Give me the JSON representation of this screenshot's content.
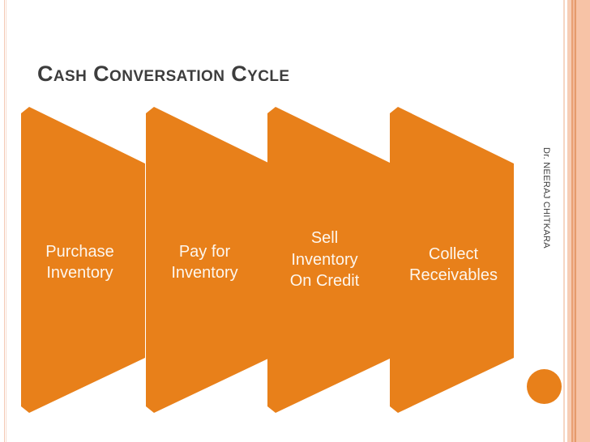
{
  "slide": {
    "title": "Cash Conversation Cycle",
    "background_color": "#ffffff",
    "accent_color": "#e8801a",
    "border_color": "#f7c3a6",
    "title_color": "#3d3d3d",
    "label_color": "#fdf6ee"
  },
  "diagram": {
    "type": "process-chevron-flow",
    "shape_count": 4,
    "steps": [
      {
        "index": 1,
        "label": "Purchase\nInventory",
        "lines": [
          "Purchase",
          "Inventory"
        ]
      },
      {
        "index": 2,
        "label": "Pay for\nInventory",
        "lines": [
          "Pay for",
          "Inventory"
        ]
      },
      {
        "index": 3,
        "label": "Sell\nInventory\nOn Credit",
        "lines": [
          "Sell",
          "Inventory",
          "On Credit"
        ]
      },
      {
        "index": 4,
        "label": "Collect\nReceivables",
        "lines": [
          "Collect",
          "Receivables"
        ]
      }
    ]
  },
  "credit": {
    "author": "Dr. NEERAJ CHITKARA"
  },
  "decoration": {
    "dot_name": "orange-circle",
    "dot_color": "#e8801a"
  }
}
